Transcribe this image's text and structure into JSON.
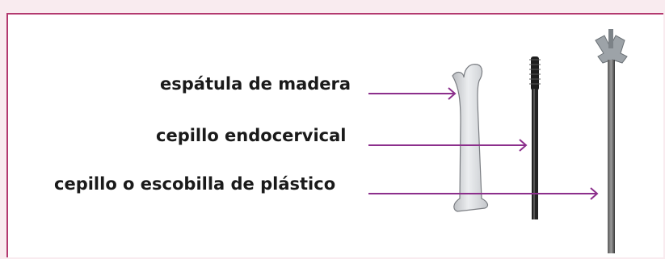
{
  "labels": {
    "wood_spatula": "espátula de madera",
    "endocervical_brush": "cepillo endocervical",
    "plastic_broom": "cepillo o escobilla de plástico"
  },
  "colors": {
    "background": "#f9ebef",
    "frame_border": "#b3396f",
    "pointer_line": "#8c2f8c",
    "label_text": "#1a1a1a"
  }
}
